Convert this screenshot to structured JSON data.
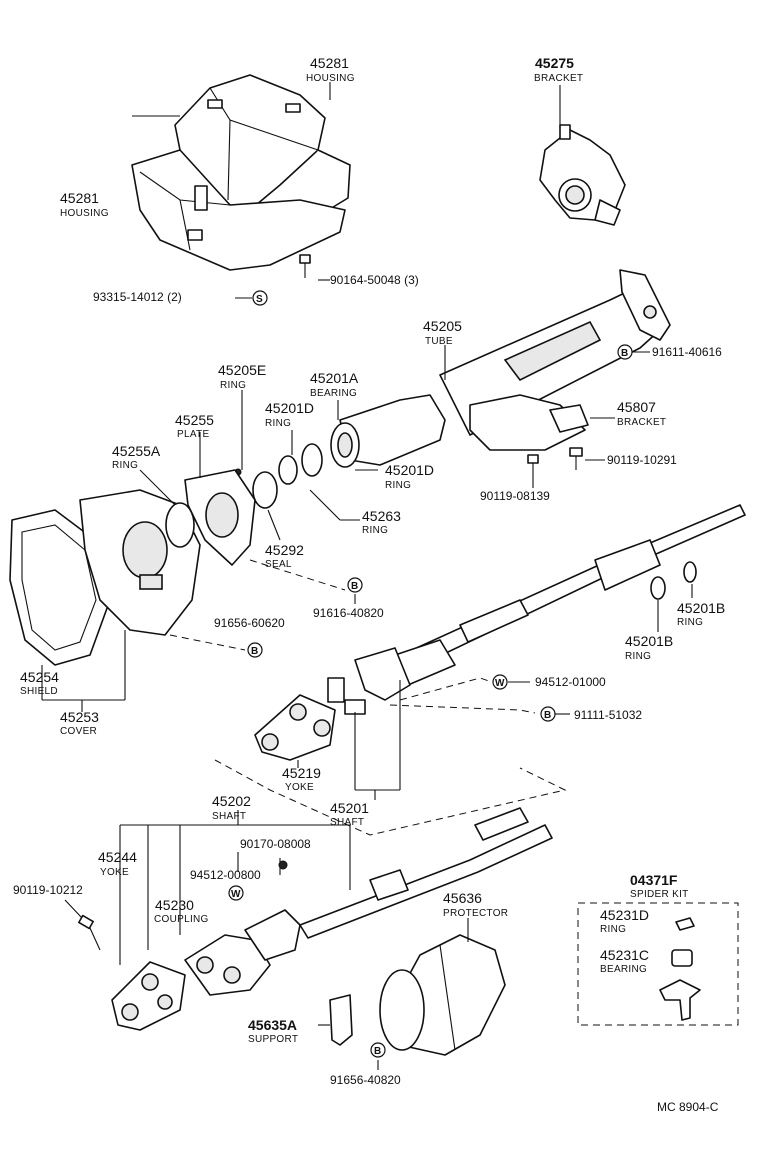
{
  "diagram_code": "MC 8904-C",
  "callouts": [
    {
      "id": "c45281a",
      "number": "45281",
      "name": "HOUSING"
    },
    {
      "id": "c45281b",
      "number": "45281",
      "name": "HOUSING"
    },
    {
      "id": "c45275",
      "number": "45275",
      "name": "BRACKET"
    },
    {
      "id": "c45205",
      "number": "45205",
      "name": "TUBE"
    },
    {
      "id": "c45205E",
      "number": "45205E",
      "name": "RING"
    },
    {
      "id": "c45201A",
      "number": "45201A",
      "name": "BEARING"
    },
    {
      "id": "c45255",
      "number": "45255",
      "name": "PLATE"
    },
    {
      "id": "c45201Da",
      "number": "45201D",
      "name": "RING"
    },
    {
      "id": "c45255A",
      "number": "45255A",
      "name": "RING"
    },
    {
      "id": "c45807",
      "number": "45807",
      "name": "BRACKET"
    },
    {
      "id": "c45201Db",
      "number": "45201D",
      "name": "RING"
    },
    {
      "id": "c45263",
      "number": "45263",
      "name": "RING"
    },
    {
      "id": "c45292",
      "number": "45292",
      "name": "SEAL"
    },
    {
      "id": "c45201Ba",
      "number": "45201B",
      "name": "RING"
    },
    {
      "id": "c45201Bb",
      "number": "45201B",
      "name": "RING"
    },
    {
      "id": "c45254",
      "number": "45254",
      "name": "SHIELD"
    },
    {
      "id": "c45253",
      "number": "45253",
      "name": "COVER"
    },
    {
      "id": "c45219",
      "number": "45219",
      "name": "YOKE"
    },
    {
      "id": "c45201",
      "number": "45201",
      "name": "SHAFT"
    },
    {
      "id": "c45202",
      "number": "45202",
      "name": "SHAFT"
    },
    {
      "id": "c45244",
      "number": "45244",
      "name": "YOKE"
    },
    {
      "id": "c45230",
      "number": "45230",
      "name": "COUPLING"
    },
    {
      "id": "c45636",
      "number": "45636",
      "name": "PROTECTOR"
    },
    {
      "id": "c04371F",
      "number": "04371F",
      "name": "SPIDER KIT"
    },
    {
      "id": "c45231D",
      "number": "45231D",
      "name": "RING"
    },
    {
      "id": "c45231C",
      "number": "45231C",
      "name": "BEARING"
    },
    {
      "id": "c45635A",
      "number": "45635A",
      "name": "SUPPORT"
    }
  ],
  "refs": [
    {
      "id": "r90164",
      "text": "90164-50048 (3)"
    },
    {
      "id": "r93315",
      "text": "93315-14012 (2)"
    },
    {
      "id": "r91611",
      "text": "91611-40616"
    },
    {
      "id": "r90119a",
      "text": "90119-10291"
    },
    {
      "id": "r90119b",
      "text": "90119-08139"
    },
    {
      "id": "r91616",
      "text": "91616-40820"
    },
    {
      "id": "r91656a",
      "text": "91656-60620"
    },
    {
      "id": "r94512a",
      "text": "94512-01000"
    },
    {
      "id": "r91111",
      "text": "91111-51032"
    },
    {
      "id": "r90170",
      "text": "90170-08008"
    },
    {
      "id": "r94512b",
      "text": "94512-00800"
    },
    {
      "id": "r90119c",
      "text": "90119-10212"
    },
    {
      "id": "r91656b",
      "text": "91656-40820"
    }
  ],
  "symbols": {
    "s": "S",
    "b": "B",
    "w": "W"
  }
}
